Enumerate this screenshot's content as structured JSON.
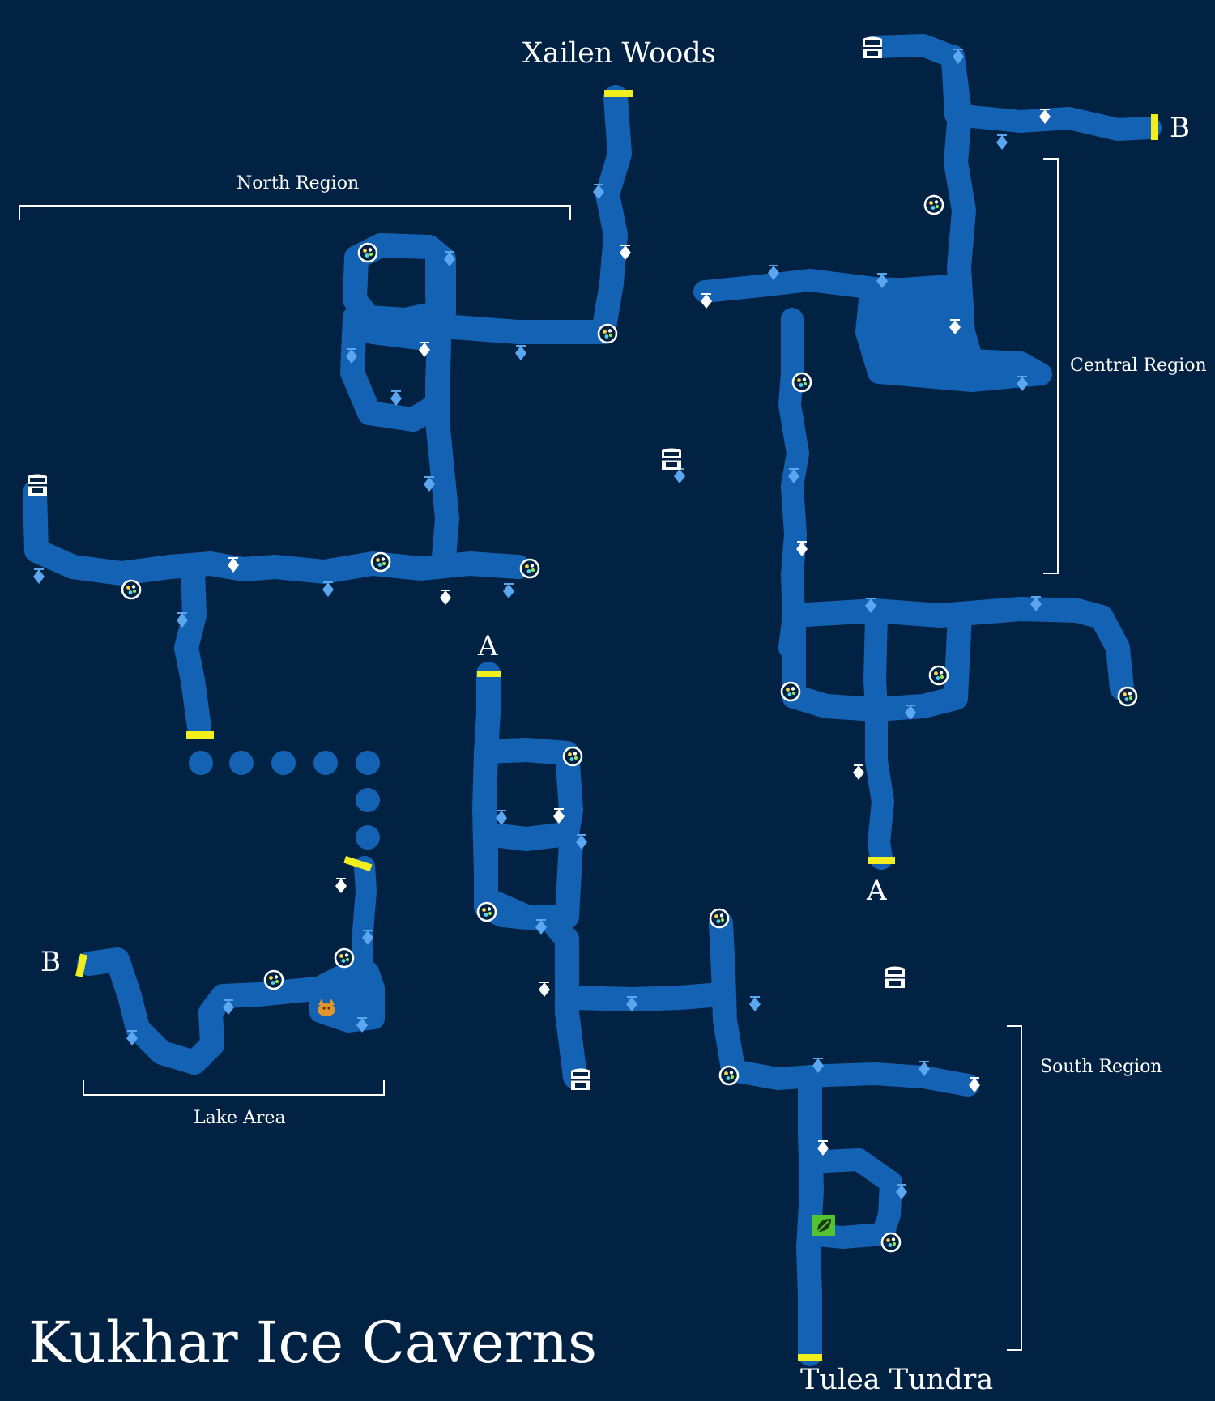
{
  "map": {
    "title": "Kukhar Ice Caverns",
    "exits": {
      "north": "Xailen Woods",
      "south": "Tulea Tundra"
    },
    "regions": {
      "north": "North Region",
      "central": "Central Region",
      "south": "South Region",
      "lake": "Lake Area"
    },
    "connectors": {
      "a_top": "A",
      "a_bottom": "A",
      "b_right": "B",
      "b_left": "B"
    }
  },
  "colors": {
    "background": "#022243",
    "cave": "#1462b4",
    "exit_marker": "#f2ee1e",
    "mineral_marker": "#5aa6ef",
    "save_marker": "#ffffff",
    "path_dots": "#1462b4",
    "chest_icon": "#ffffff",
    "enemy_icon": "#e0962c",
    "herb_icon": "#55c231"
  },
  "legend_icons": [
    "treasure-chest-icon",
    "gem-orb-icon",
    "mineral-diamond-icon",
    "save-crystal-icon",
    "exit-marker-icon",
    "enemy-creature-icon",
    "herb-leaf-icon"
  ]
}
